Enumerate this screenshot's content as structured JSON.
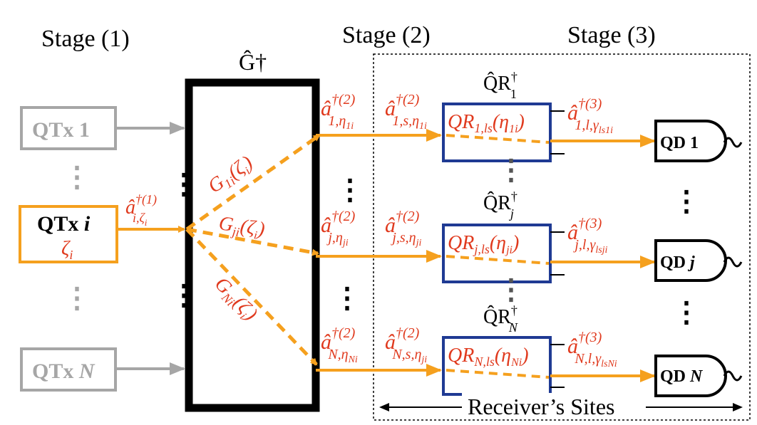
{
  "stages": {
    "stage1": "Stage (1)",
    "stage2": "Stage (2)",
    "stage3": "Stage (3)"
  },
  "g_label": "Ĝ†",
  "transmitters": {
    "tx1": "QTx 1",
    "txi_name": "QTx ",
    "txi_index": "i",
    "txi_param": "ζi",
    "txN_name": "QTx ",
    "txN_index": "N"
  },
  "input_op": "â†(1)i,ζi",
  "channel_gains": {
    "g1": "G1i(ζi)",
    "gj": "Gji(ζi)",
    "gN": "GNi(ζi)"
  },
  "stage2_ops": {
    "a1": "â†(2)1,η1i",
    "aj": "â†(2)j,ηji",
    "aN": "â†(2)N,ηNi",
    "as1": "â†(2)1,s,η1i",
    "asj": "â†(2)j,s,ηji",
    "asN": "â†(2)N,s,ηji"
  },
  "qr_labels": {
    "qr1_op": "Q̂R†1",
    "qrj_op": "Q̂R†j",
    "qrN_op": "Q̂R†N",
    "qr1": "QR1,ls(η1i)",
    "qrj": "QRj,ls(ηji)",
    "qrN": "QRN,ls(ηNi)"
  },
  "stage3_ops": {
    "a1": "â†(3)1,l,γls1i",
    "aj": "â†(3)j,l,γlsji",
    "aN": "â†(3)N,l,γlsNi"
  },
  "detectors": {
    "qd1": "QD 1",
    "qdj_name": "QD ",
    "qdj_index": "j",
    "qdN_name": "QD ",
    "qdN_index": "N"
  },
  "receiver_sites": "Receiver’s Sites",
  "colors": {
    "orange": "#f5a01e",
    "red_text": "#e03a1e",
    "gray": "#a6a6a6",
    "navy": "#1f3a93",
    "black": "#000000"
  }
}
